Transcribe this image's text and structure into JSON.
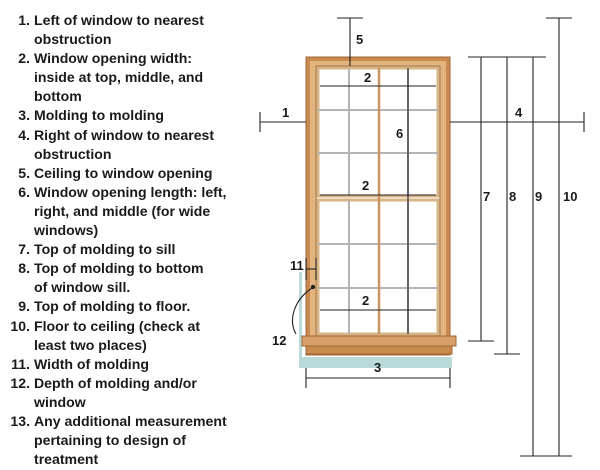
{
  "legend": [
    {
      "num": "1.",
      "text": "Left of window to nearest\nobstruction"
    },
    {
      "num": "2.",
      "text": "Window opening width:\ninside at top, middle, and\nbottom"
    },
    {
      "num": "3.",
      "text": "Molding to molding"
    },
    {
      "num": "4.",
      "text": "Right of window to nearest\nobstruction"
    },
    {
      "num": "5.",
      "text": "Ceiling to window opening"
    },
    {
      "num": "6.",
      "text": "Window opening length: left,\nright, and middle (for wide\nwindows)"
    },
    {
      "num": "7.",
      "text": "Top of molding to sill"
    },
    {
      "num": "8.",
      "text": "Top of molding to bottom\nof window sill."
    },
    {
      "num": "9.",
      "text": "Top of molding to floor."
    },
    {
      "num": "10.",
      "text": "Floor to ceiling (check at\nleast two places)"
    },
    {
      "num": "11.",
      "text": "Width of molding"
    },
    {
      "num": "12.",
      "text": "Depth of molding and/or\nwindow"
    },
    {
      "num": "13.",
      "text": "Any additional measurement\npertaining to design of\ntreatment"
    }
  ],
  "callouts": {
    "c1": "1",
    "c2_top": "2",
    "c2_mid": "2",
    "c2_bot": "2",
    "c3": "3",
    "c4": "4",
    "c5": "5",
    "c6": "6",
    "c7": "7",
    "c8": "8",
    "c9": "9",
    "c10": "10",
    "c11": "11",
    "c12": "12"
  },
  "colors": {
    "molding": "#c98a4f",
    "molding_light": "#e3b47e",
    "sash": "#f3e6d4",
    "wall_shadow": "#a9cfcf",
    "muntin": "#b4b4b4"
  }
}
